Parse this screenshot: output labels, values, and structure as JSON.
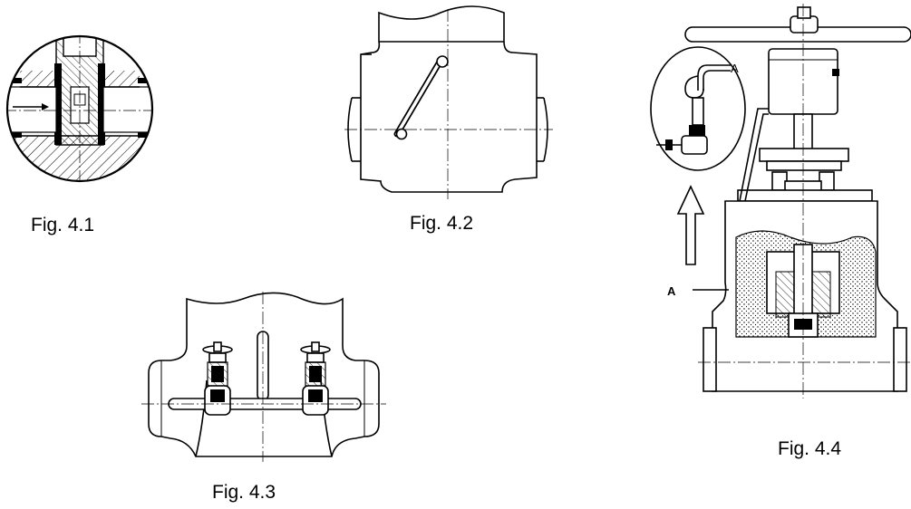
{
  "figures": [
    {
      "id": "fig-4-1",
      "caption": "Fig.  4.1"
    },
    {
      "id": "fig-4-2",
      "caption": "Fig. 4.2"
    },
    {
      "id": "fig-4-3",
      "caption": "Fig. 4.3"
    },
    {
      "id": "fig-4-4",
      "caption": "Fig. 4.4"
    }
  ],
  "labels": {
    "detail_a": "A",
    "section_a": "A"
  },
  "colors": {
    "line": "#000000",
    "background": "#ffffff"
  }
}
